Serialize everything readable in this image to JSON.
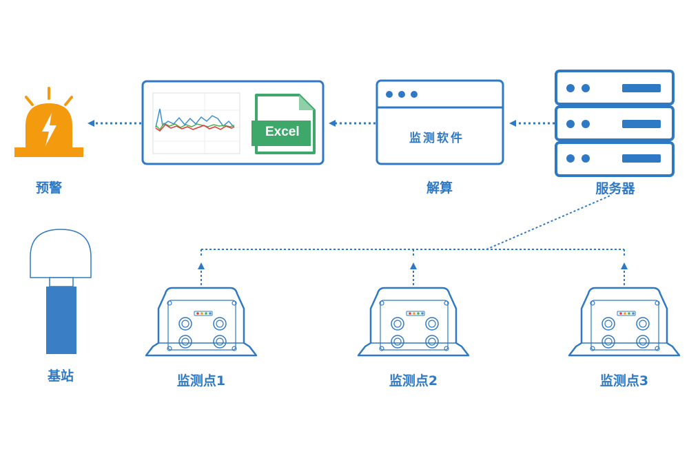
{
  "nodes": {
    "alarm": {
      "label": "预警",
      "icon": "alarm-light-icon"
    },
    "report": {
      "excel_label": "Excel",
      "icon": "excel-file-icon"
    },
    "software": {
      "title": "监测软件",
      "label": "解算",
      "icon": "app-window-icon"
    },
    "server": {
      "label": "服务器",
      "icon": "server-rack-icon"
    },
    "base_station": {
      "label": "基站",
      "icon": "gnss-antenna-icon"
    },
    "monitors": [
      {
        "label": "监测点1",
        "icon": "gnss-receiver-icon"
      },
      {
        "label": "监测点2",
        "icon": "gnss-receiver-icon"
      },
      {
        "label": "监测点3",
        "icon": "gnss-receiver-icon"
      }
    ]
  },
  "colors": {
    "primary": "#2f78c4",
    "alarm": "#f39a0e",
    "excel": "#3ea86b",
    "excel_light": "#8fd0a8",
    "chart_blue": "#3a8ed6",
    "chart_green": "#4caf50",
    "chart_red": "#e53935"
  }
}
